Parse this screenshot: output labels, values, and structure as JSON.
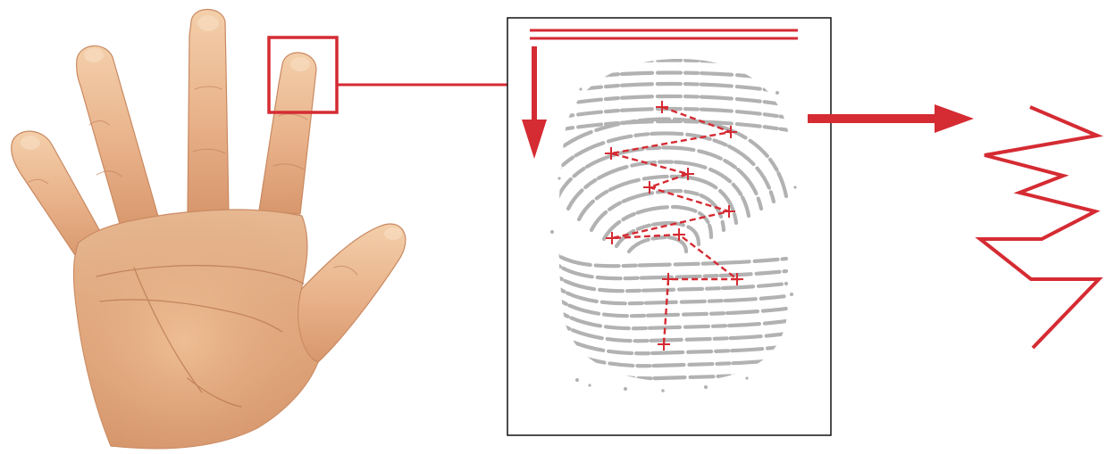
{
  "colors": {
    "accent_red": "#d52b33",
    "print_gray": "#b2b2b2",
    "skin_light": "#f2c9a2",
    "skin_mid": "#e4a97e",
    "skin_dark": "#c98961",
    "frame_black": "#111111"
  },
  "icons": {
    "hand": "open-palm-hand-image",
    "fingerprint": "fingerprint-ridges",
    "minutiae_marker": "cross-plus-marker"
  },
  "diagram": {
    "minutiae_count": 11,
    "path_style": "dashed",
    "signal": "zigzag-waveform"
  }
}
